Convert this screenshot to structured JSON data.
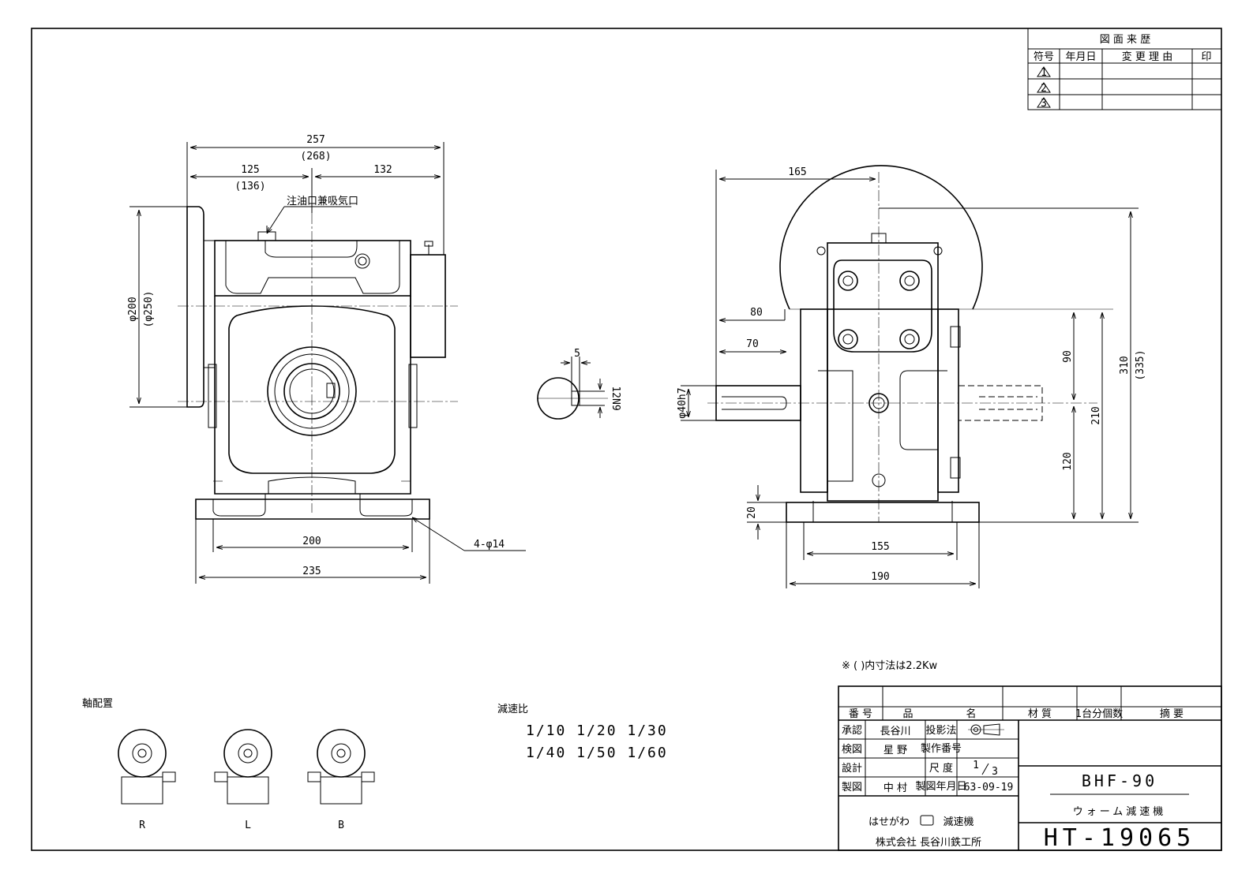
{
  "revision_table": {
    "title": "図 面 来 歴",
    "headers": [
      "符号",
      "年月日",
      "変 更 理 由",
      "印"
    ],
    "rows": [
      "1",
      "2",
      "3"
    ]
  },
  "front_view": {
    "dim_total_width": "257",
    "dim_total_width_alt": "(268)",
    "dim_left": "125",
    "dim_left_alt": "(136)",
    "dim_right": "132",
    "oil_port_label": "注油口兼吸気口",
    "dim_flange_dia": "φ200",
    "dim_flange_dia_alt": "(φ250)",
    "dim_base_inner": "200",
    "dim_base_outer": "235",
    "hole_label": "4-φ14"
  },
  "shaft_section": {
    "key_width": "5",
    "key_tol": "12N9"
  },
  "side_view": {
    "dim_165": "165",
    "dim_80": "80",
    "dim_70": "70",
    "shaft_dia": "φ40h7",
    "dim_90": "90",
    "dim_120": "120",
    "dim_210": "210",
    "dim_310": "310",
    "dim_310_alt": "(335)",
    "dim_20": "20",
    "dim_155": "155",
    "dim_190": "190"
  },
  "note": "※ ( )内寸法は2.2Kw",
  "shaft_arrangement": {
    "title": "軸配置",
    "labels": [
      "R",
      "L",
      "B"
    ]
  },
  "reduction": {
    "title": "減速比",
    "row1": "1/10 1/20 1/30",
    "row2": "1/40 1/50 1/60"
  },
  "title_block": {
    "col_headers": [
      "番 号",
      "品",
      "名",
      "材 質",
      "1台分個数",
      "摘 要"
    ],
    "approve_label": "承認",
    "approve_name": "長谷川",
    "check_label": "検図",
    "check_name": "星 野",
    "design_label": "設計",
    "design_name": "",
    "draw_label": "製図",
    "draw_name": "中 村",
    "projection_label": "投影法",
    "drawing_no_label": "製作番号",
    "scale_label": "尺 度",
    "scale_num": "1",
    "scale_den": "3",
    "date_label": "製図年月日",
    "date_value": "63-09-19",
    "model": "BHF-90",
    "product": "ウォーム減速機",
    "company_line1": "はせがわ",
    "company_line1b": "減速機",
    "company_line2": "株式会社 長谷川鉄工所",
    "drawing_number": "HT-19065"
  }
}
